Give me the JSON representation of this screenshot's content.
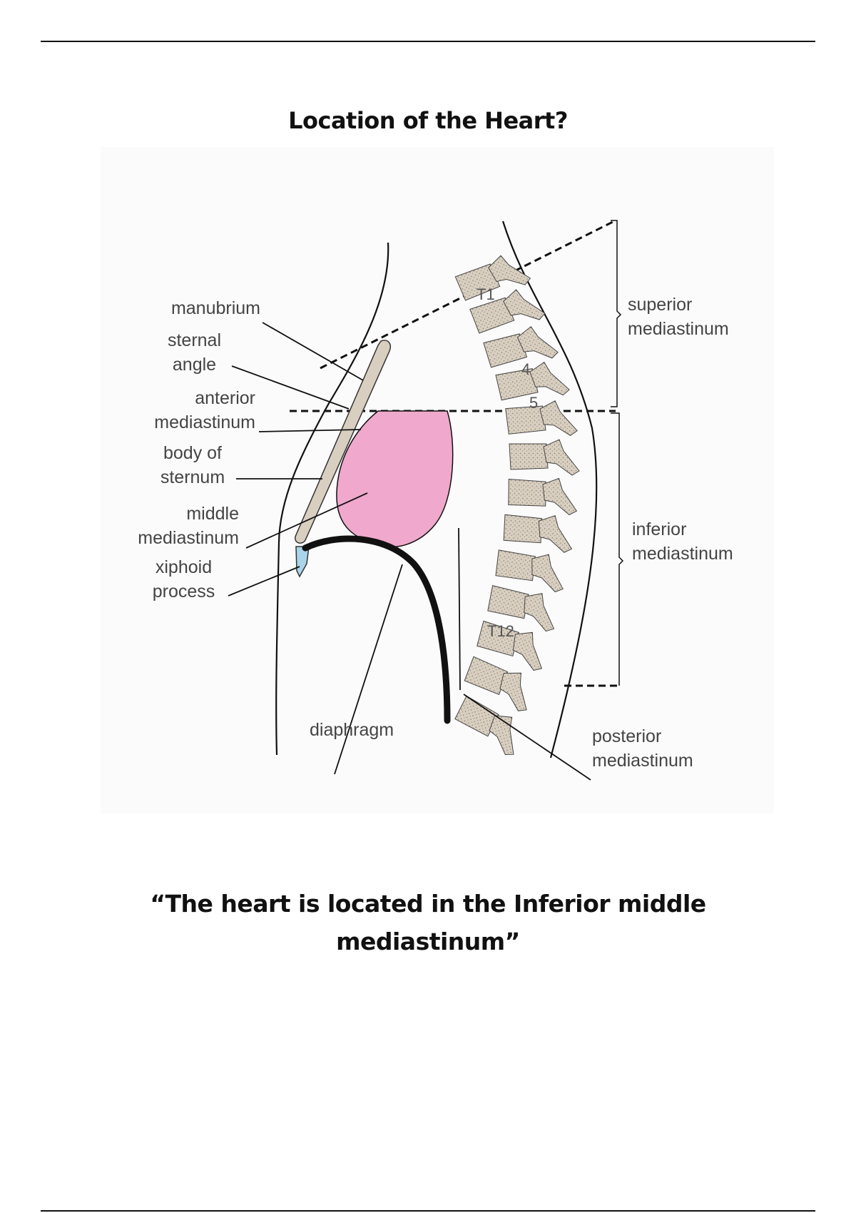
{
  "title": "Location of the Heart?",
  "diagram": {
    "labels": {
      "manubrium": "manubrium",
      "sternal_angle": [
        "sternal",
        "angle"
      ],
      "anterior_mediastinum": [
        "anterior",
        "mediastinum"
      ],
      "body_of_sternum": [
        "body of",
        "sternum"
      ],
      "middle_mediastinum": [
        "middle",
        "mediastinum"
      ],
      "xiphoid_process": [
        "xiphoid",
        "process"
      ],
      "diaphragm": "diaphragm",
      "superior_mediastinum": [
        "superior",
        "mediastinum"
      ],
      "inferior_mediastinum": [
        "inferior",
        "mediastinum"
      ],
      "posterior_mediastinum": [
        "posterior",
        "mediastinum"
      ]
    },
    "vertebra_labels": {
      "t1": "T1",
      "v4": "4",
      "v5": "5",
      "t12": "T12"
    },
    "colors": {
      "heart": "#f0a8cc",
      "bone": "#d9cfc0",
      "xiphoid": "#a9d4ea",
      "diaphragm": "#111111"
    }
  },
  "caption": [
    "“The heart is located in the Inferior middle",
    "mediastinum”"
  ]
}
